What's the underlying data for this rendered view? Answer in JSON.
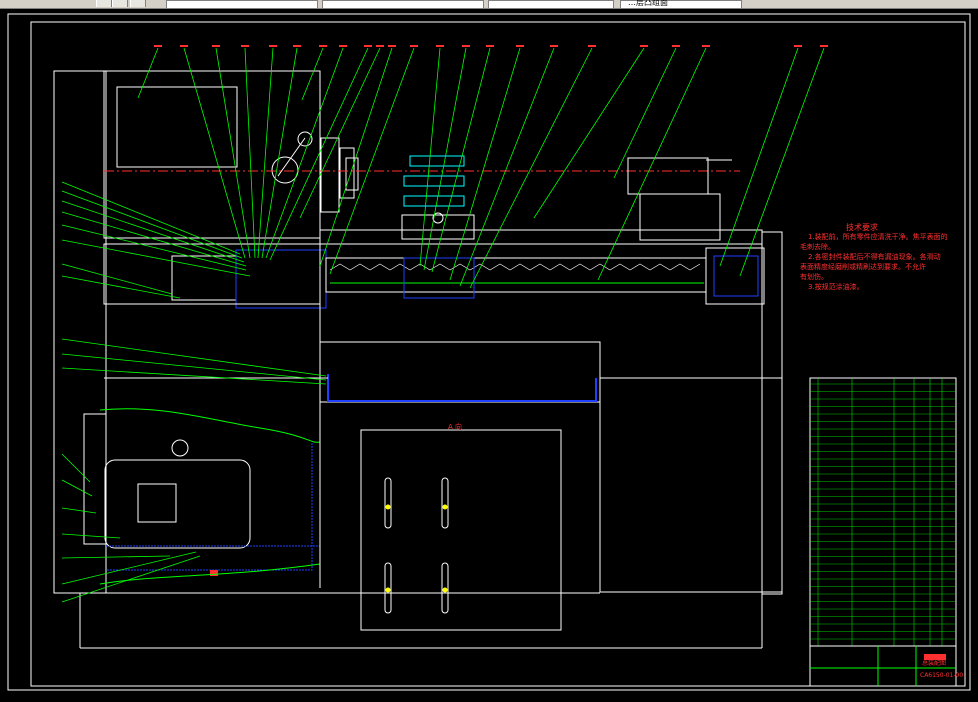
{
  "toolbar": {
    "layer_text": "…层凸组面"
  },
  "drawing": {
    "notes_title": "技术要求",
    "notes": [
      "1.装配前，所有零件应清洗干净。焦平表面的",
      "毛刺去除。",
      "2.各密封件装配后不得有漏油现象。各滑动",
      "表面精度经磨削或精刷达到要求。不允许",
      "有划伤。",
      "3.按规范涂油漆。"
    ],
    "view_label": "A 向",
    "drawing_number": "CA6150-01-00",
    "title_stamp": "总装配图",
    "colors": {
      "background": "#000000",
      "frame": "#ffffff",
      "leader": "#00ff00",
      "note_red": "#ff3030",
      "blue": "#2040ff",
      "cyan": "#00ffff",
      "yellow": "#ffff00"
    }
  }
}
